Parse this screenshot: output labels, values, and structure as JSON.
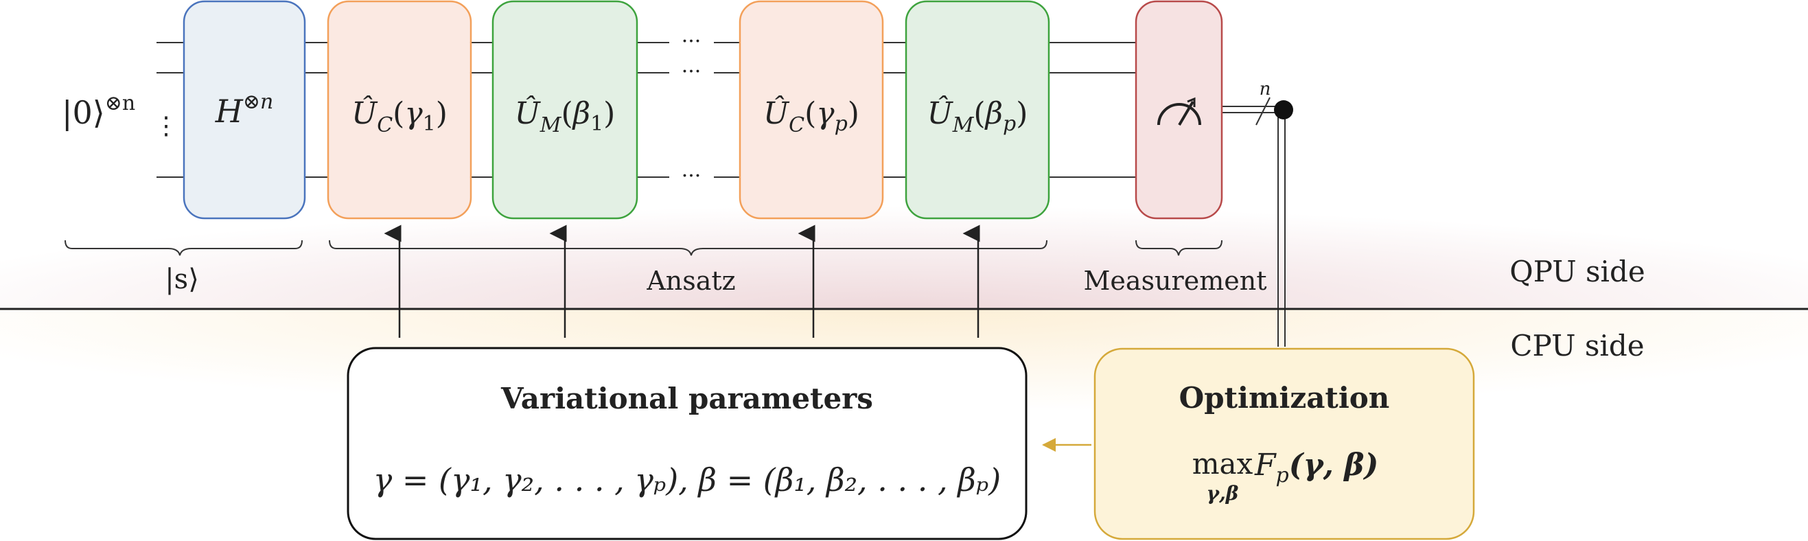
{
  "input_state": {
    "ket": "|0⟩",
    "sup": "⊗n"
  },
  "dots_vertical": "⋮",
  "dots_horizontal": "···",
  "gates": {
    "hadamard": {
      "base": "H",
      "sup": "⊗n"
    },
    "uc1": {
      "hat": "Û",
      "sub": "C",
      "arg": "γ",
      "arg_sub": "1"
    },
    "um1": {
      "hat": "Û",
      "sub": "M",
      "arg": "β",
      "arg_sub": "1"
    },
    "ucp": {
      "hat": "Û",
      "sub": "C",
      "arg": "γ",
      "arg_sub": "p"
    },
    "ump": {
      "hat": "Û",
      "sub": "M",
      "arg": "β",
      "arg_sub": "p"
    },
    "measure_icon": "measurement-meter-icon"
  },
  "wire_count_label": "n",
  "braces": {
    "s_label": "|s⟩",
    "ansatz_label": "Ansatz",
    "measurement_label": "Measurement"
  },
  "sides": {
    "qpu": "QPU side",
    "cpu": "CPU side"
  },
  "variational": {
    "title": "Variational parameters",
    "gamma_def": "γ = (γ₁, γ₂, . . . , γₚ), β = (β₁, β₂, . . . , βₚ)"
  },
  "optimization": {
    "title": "Optimization",
    "op": "max",
    "op_sub": "γ,β",
    "func": "F",
    "func_sub": "p",
    "args": "(γ, β)"
  },
  "colors": {
    "hadamard_fill": "#eaf0f5",
    "hadamard_stroke": "#4a74bd",
    "uc_fill": "#fbe9e2",
    "uc_stroke": "#f3a05a",
    "um_fill": "#e3f0e4",
    "um_stroke": "#3ea33e",
    "meas_fill": "#f6e2e2",
    "meas_stroke": "#b84a4a",
    "opt_fill": "#fdf3d9",
    "opt_stroke": "#d5a93a"
  }
}
